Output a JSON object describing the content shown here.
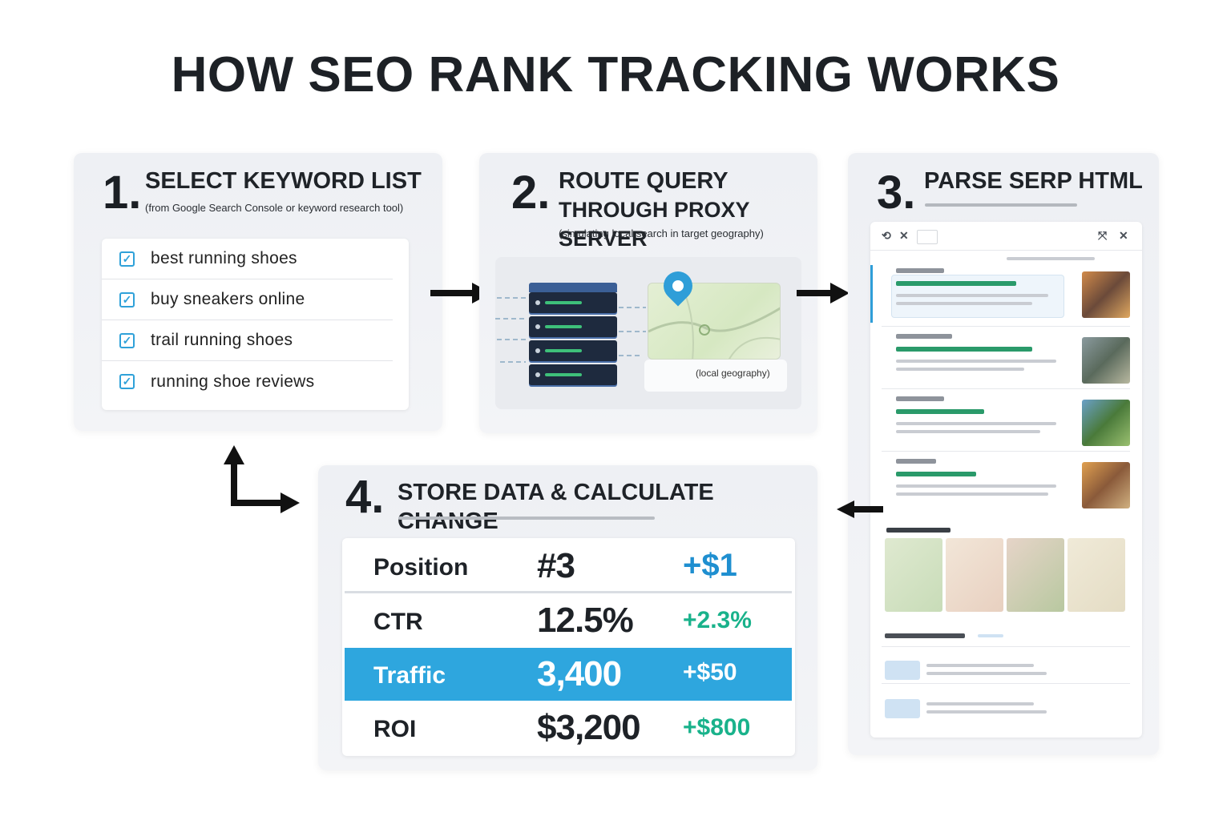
{
  "title": "HOW SEO RANK TRACKING WORKS",
  "steps": {
    "s1": {
      "number": "1.",
      "title": "SELECT KEYWORD LIST",
      "subtitle": "(from Google Search Console or keyword research tool)",
      "keywords": [
        "best running shoes",
        "buy sneakers online",
        "trail running shoes",
        "running shoe reviews"
      ],
      "checked_icon": "check-icon"
    },
    "s2": {
      "number": "2.",
      "title_line1": "ROUTE QUERY",
      "title_line2": "THROUGH PROXY SERVER",
      "subtitle": "(simulating local search in target geography)",
      "map_label": "(local geography)"
    },
    "s3": {
      "number": "3.",
      "title": "PARSE SERP HTML",
      "browser_icons": [
        "reload-icon",
        "close-icon",
        "expand-icon",
        "close-icon"
      ]
    },
    "s4": {
      "number": "4.",
      "title": "STORE DATA & CALCULATE CHANGE",
      "metrics": [
        {
          "label": "Position",
          "value": "#3",
          "change": "+$1"
        },
        {
          "label": "CTR",
          "value": "12.5%",
          "change": "+2.3%"
        },
        {
          "label": "Traffic",
          "value": "3,400",
          "change": "+$50"
        },
        {
          "label": "ROI",
          "value": "$3,200",
          "change": "+$800"
        }
      ],
      "highlight_row": "Traffic"
    }
  },
  "colors": {
    "accent_blue": "#2ea6de",
    "positive_green": "#19b28b",
    "dark_text": "#1d2126"
  }
}
